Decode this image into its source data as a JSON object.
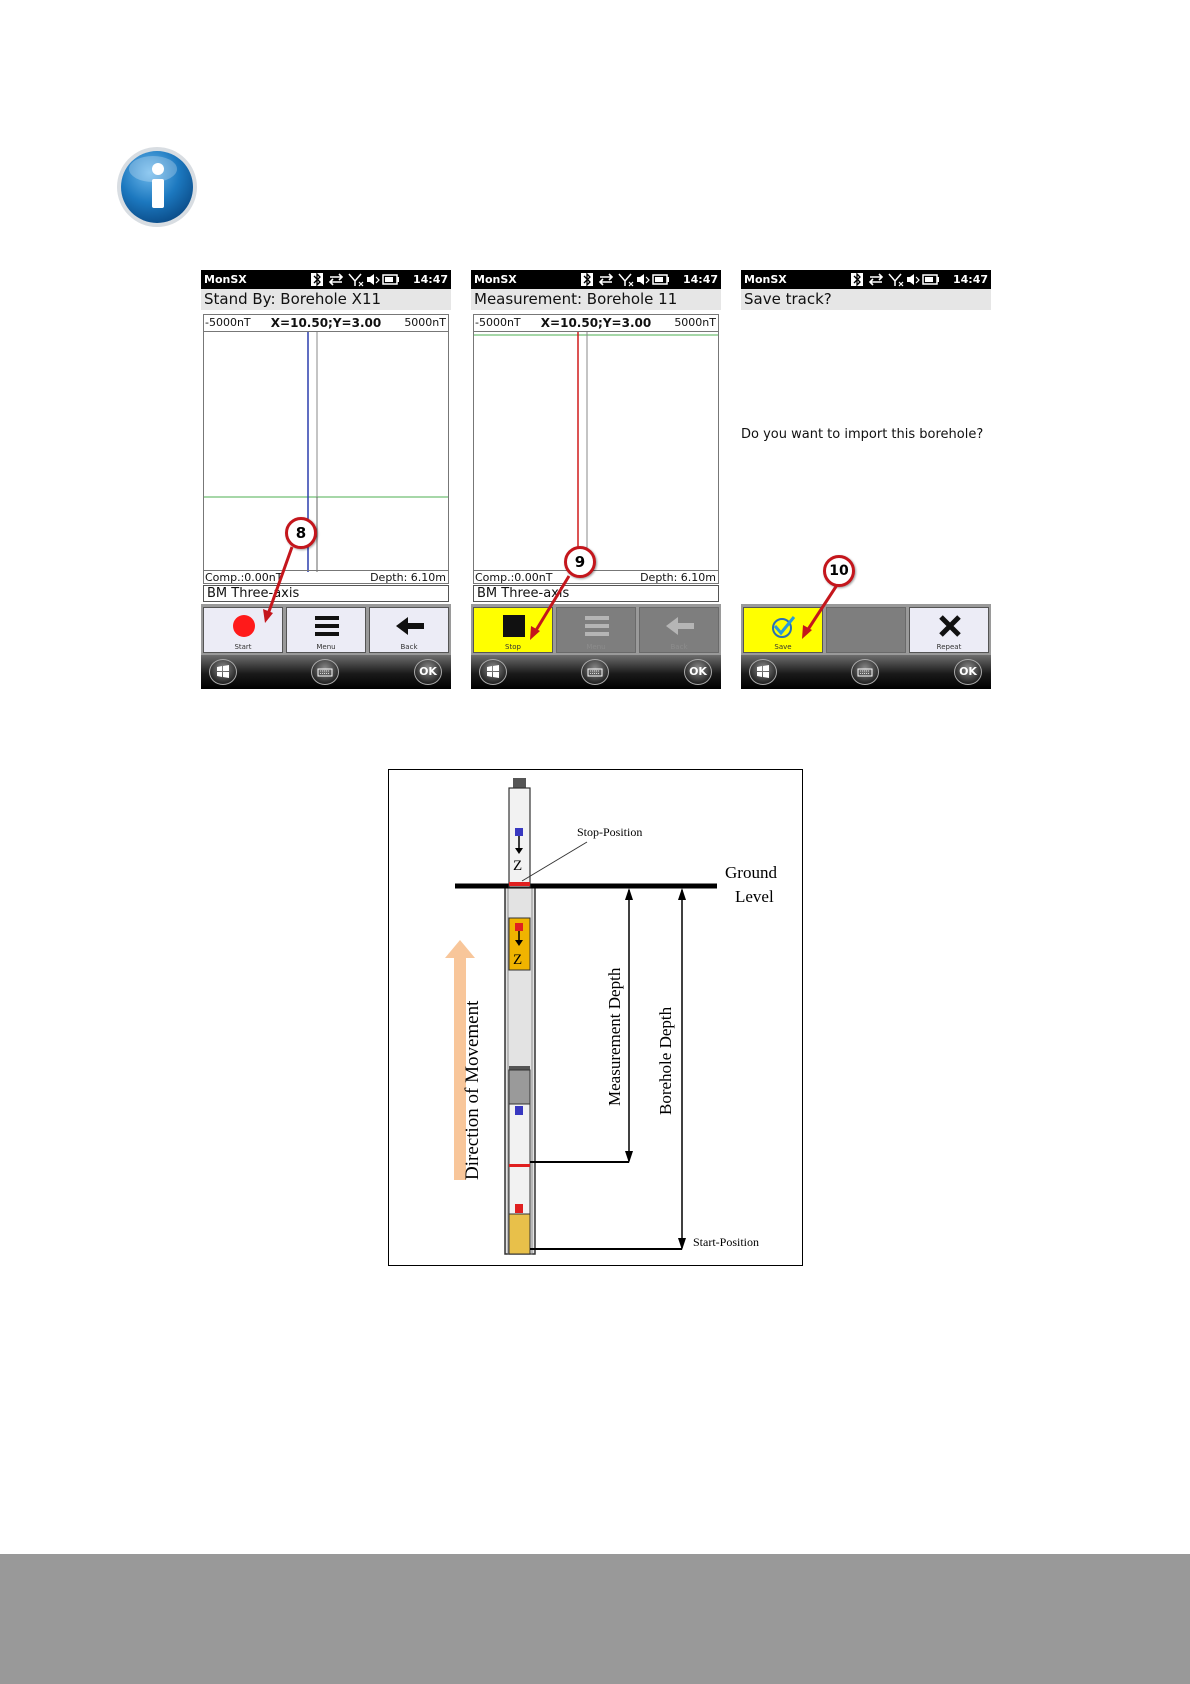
{
  "icons": {
    "info": "info-icon",
    "status": [
      "bluetooth-icon",
      "sync-icon",
      "no-signal-icon",
      "speaker-muted-icon",
      "battery-icon"
    ],
    "taskbar": [
      "windows-start-icon",
      "keyboard-icon"
    ]
  },
  "status_bar": {
    "app_name": "MonSX",
    "time": "14:47"
  },
  "screens": [
    {
      "title": "Stand By: Borehole X11",
      "plot": {
        "left_label": "-5000nT",
        "center_label": "X=10.50;Y=3.00",
        "right_label": "5000nT",
        "comp_label": "Comp.:0.00nT",
        "depth_label": "Depth: 6.10m"
      },
      "mode": "BM Three-axis",
      "buttons": [
        {
          "caption": "Start",
          "icon": "record-icon"
        },
        {
          "caption": "Menu",
          "icon": "menu-icon"
        },
        {
          "caption": "Back",
          "icon": "back-arrow-icon"
        }
      ],
      "callout": "8"
    },
    {
      "title": "Measurement: Borehole 11",
      "plot": {
        "left_label": "-5000nT",
        "center_label": "X=10.50;Y=3.00",
        "right_label": "5000nT",
        "comp_label": "Comp.:0.00nT",
        "depth_label": "Depth: 6.10m"
      },
      "mode": "BM Three-axis",
      "buttons": [
        {
          "caption": "Stop",
          "icon": "stop-icon"
        },
        {
          "caption": "Menu",
          "icon": "menu-icon"
        },
        {
          "caption": "Back",
          "icon": "back-arrow-icon"
        }
      ],
      "callout": "9"
    },
    {
      "title": "Save track?",
      "question": "Do you want to import this borehole?",
      "buttons": [
        {
          "caption": "Save",
          "icon": "checkmark-icon"
        },
        {
          "caption": "",
          "icon": ""
        },
        {
          "caption": "Repeat",
          "icon": "close-x-icon"
        }
      ],
      "callout": "10"
    }
  ],
  "taskbar": {
    "ok_label": "OK"
  },
  "diagram": {
    "stop_position": "Stop-Position",
    "ground_level_1": "Ground",
    "ground_level_2": "Level",
    "measurement_depth": "Measurement Depth",
    "borehole_depth": "Borehole Depth",
    "direction": "Direction of Movement",
    "start_position": "Start-Position",
    "probe_letter": "Z"
  },
  "colors": {
    "highlight_yellow": "#ffff00",
    "callout_red": "#c4161c",
    "plot_blue": "#2c3fae",
    "plot_red": "#d01c1c",
    "footer_gray": "#999999",
    "arrow_orange": "#f8c69a",
    "probe_orange": "#f0b400"
  }
}
